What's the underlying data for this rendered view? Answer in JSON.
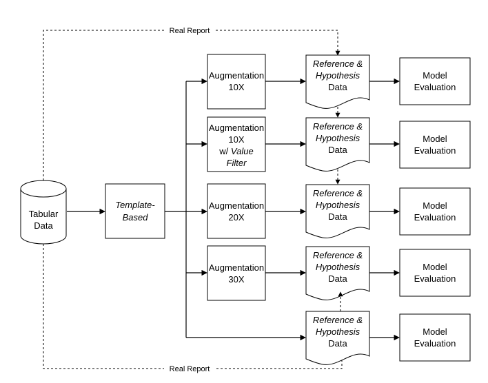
{
  "source": {
    "line1": "Tabular",
    "line2": "Data"
  },
  "template": {
    "line1": "Template-",
    "line2": "Based"
  },
  "augmentations": [
    {
      "line1": "Augmentation",
      "line2": "10X"
    },
    {
      "line1": "Augmentation",
      "line2": "10X",
      "line3": "w/",
      "line3b": "Value",
      "line4": "Filter"
    },
    {
      "line1": "Augmentation",
      "line2": "20X"
    },
    {
      "line1": "Augmentation",
      "line2": "30X"
    }
  ],
  "documents": [
    {
      "line1": "Reference &",
      "line2": "Hypothesis",
      "line3": "Data"
    },
    {
      "line1": "Reference &",
      "line2": "Hypothesis",
      "line3": "Data"
    },
    {
      "line1": "Reference &",
      "line2": "Hypothesis",
      "line3": "Data"
    },
    {
      "line1": "Reference &",
      "line2": "Hypothesis",
      "line3": "Data"
    },
    {
      "line1": "Reference &",
      "line2": "Hypothesis",
      "line3": "Data"
    }
  ],
  "evaluations": [
    {
      "line1": "Model",
      "line2": "Evaluation"
    },
    {
      "line1": "Model",
      "line2": "Evaluation"
    },
    {
      "line1": "Model",
      "line2": "Evaluation"
    },
    {
      "line1": "Model",
      "line2": "Evaluation"
    },
    {
      "line1": "Model",
      "line2": "Evaluation"
    }
  ],
  "edges": {
    "top_label": "Real Report",
    "bottom_label": "Real Report"
  }
}
